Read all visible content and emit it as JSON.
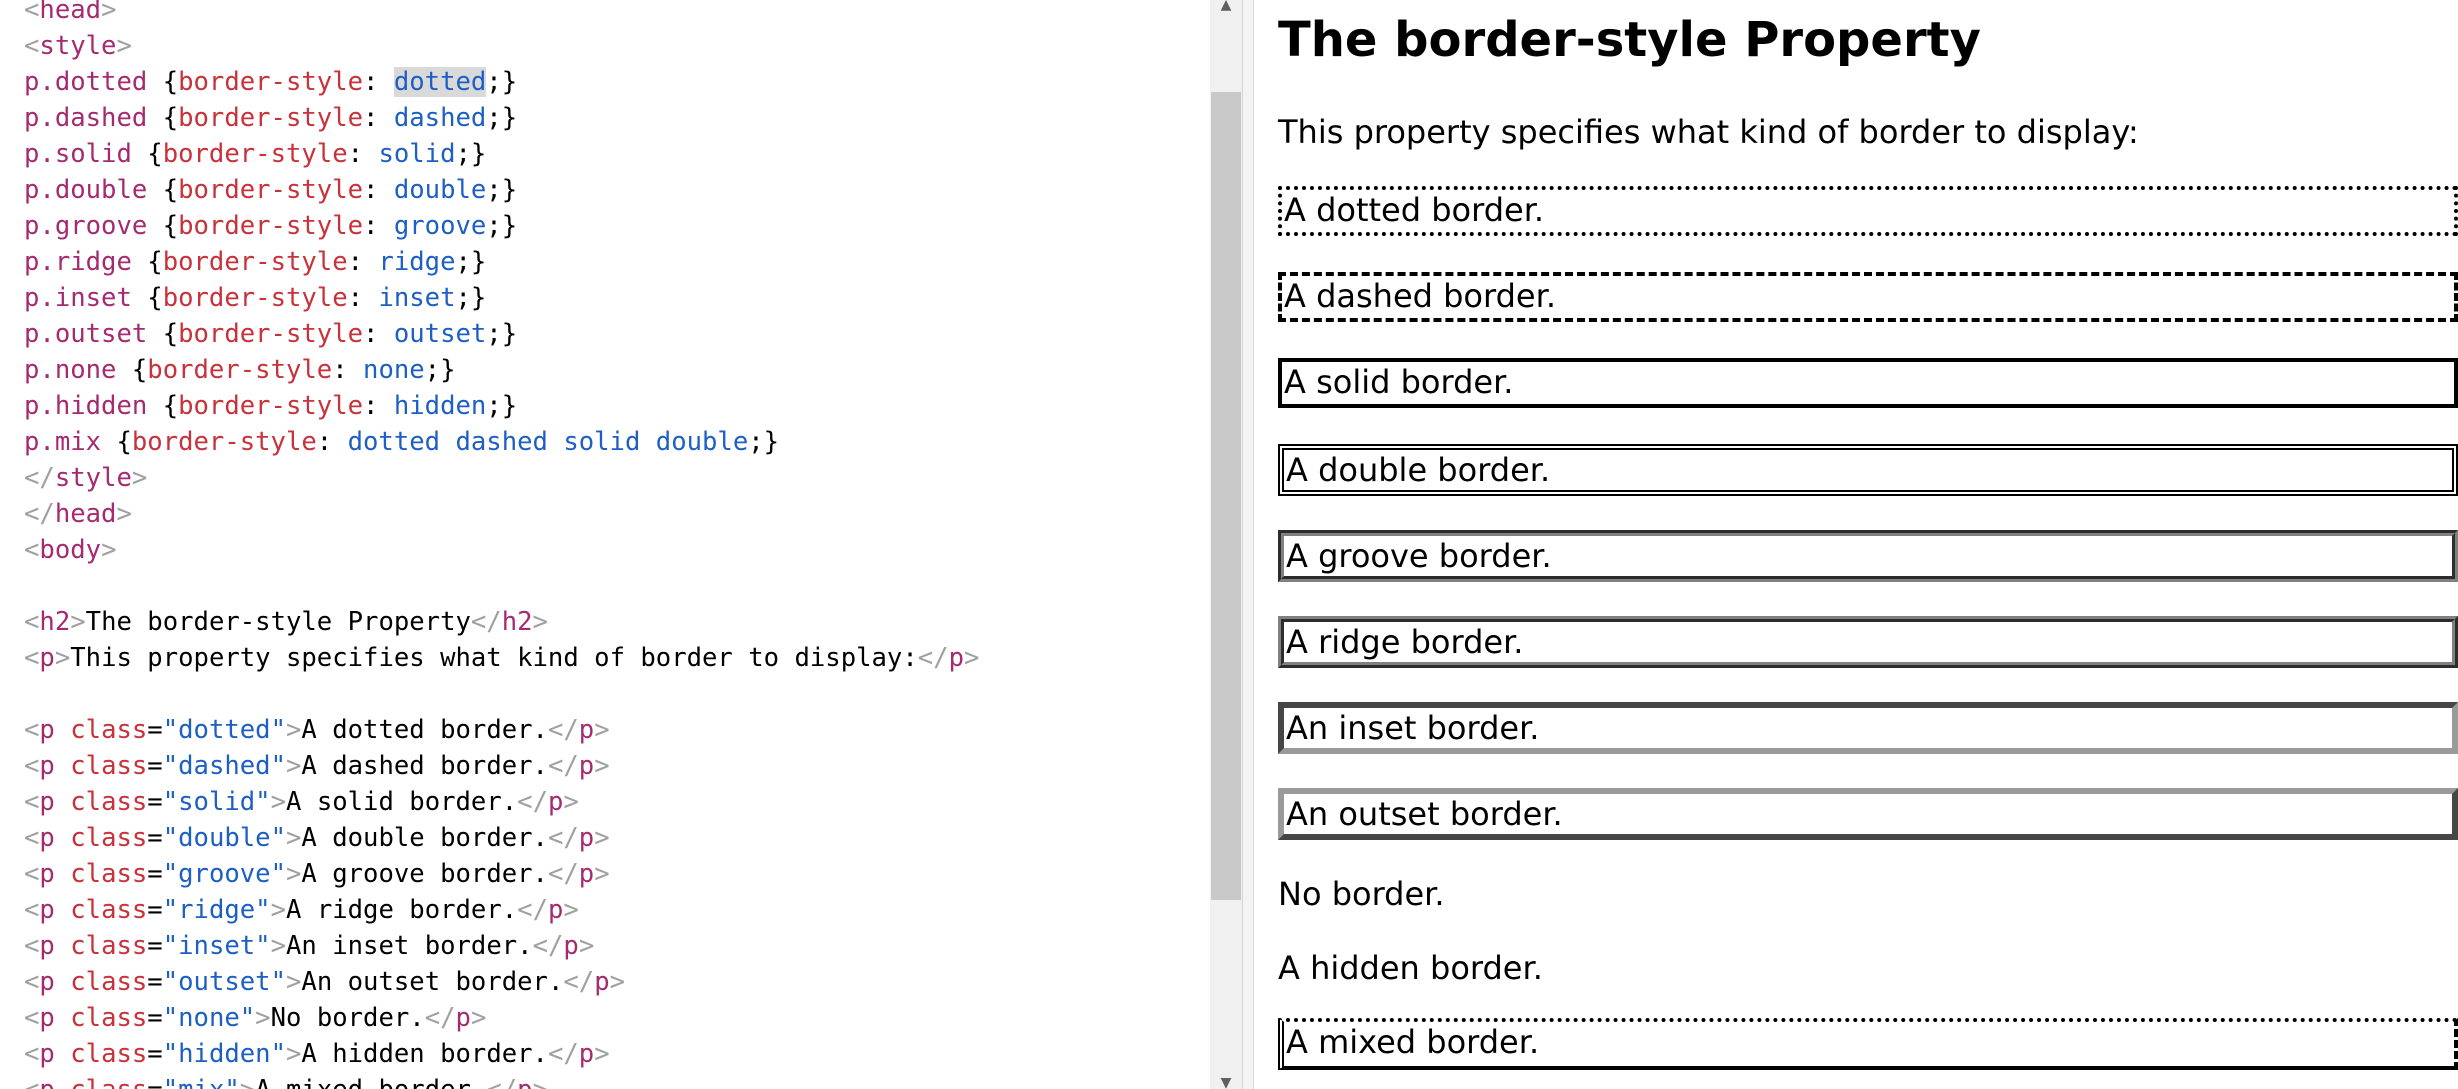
{
  "editor": {
    "lines": [
      [
        {
          "c": "brk",
          "t": "<"
        },
        {
          "c": "tag",
          "t": "head"
        },
        {
          "c": "brk",
          "t": ">"
        }
      ],
      [
        {
          "c": "brk",
          "t": "<"
        },
        {
          "c": "tag",
          "t": "style"
        },
        {
          "c": "brk",
          "t": ">"
        }
      ],
      [
        {
          "c": "sel",
          "t": "p.dotted "
        },
        {
          "c": "txt",
          "t": "{"
        },
        {
          "c": "prop",
          "t": "border-style"
        },
        {
          "c": "txt",
          "t": ": "
        },
        {
          "c": "val hl",
          "t": "dotted"
        },
        {
          "c": "txt",
          "t": ";}"
        }
      ],
      [
        {
          "c": "sel",
          "t": "p.dashed "
        },
        {
          "c": "txt",
          "t": "{"
        },
        {
          "c": "prop",
          "t": "border-style"
        },
        {
          "c": "txt",
          "t": ": "
        },
        {
          "c": "val",
          "t": "dashed"
        },
        {
          "c": "txt",
          "t": ";}"
        }
      ],
      [
        {
          "c": "sel",
          "t": "p.solid "
        },
        {
          "c": "txt",
          "t": "{"
        },
        {
          "c": "prop",
          "t": "border-style"
        },
        {
          "c": "txt",
          "t": ": "
        },
        {
          "c": "val",
          "t": "solid"
        },
        {
          "c": "txt",
          "t": ";}"
        }
      ],
      [
        {
          "c": "sel",
          "t": "p.double "
        },
        {
          "c": "txt",
          "t": "{"
        },
        {
          "c": "prop",
          "t": "border-style"
        },
        {
          "c": "txt",
          "t": ": "
        },
        {
          "c": "val",
          "t": "double"
        },
        {
          "c": "txt",
          "t": ";}"
        }
      ],
      [
        {
          "c": "sel",
          "t": "p.groove "
        },
        {
          "c": "txt",
          "t": "{"
        },
        {
          "c": "prop",
          "t": "border-style"
        },
        {
          "c": "txt",
          "t": ": "
        },
        {
          "c": "val",
          "t": "groove"
        },
        {
          "c": "txt",
          "t": ";}"
        }
      ],
      [
        {
          "c": "sel",
          "t": "p.ridge "
        },
        {
          "c": "txt",
          "t": "{"
        },
        {
          "c": "prop",
          "t": "border-style"
        },
        {
          "c": "txt",
          "t": ": "
        },
        {
          "c": "val",
          "t": "ridge"
        },
        {
          "c": "txt",
          "t": ";}"
        }
      ],
      [
        {
          "c": "sel",
          "t": "p.inset "
        },
        {
          "c": "txt",
          "t": "{"
        },
        {
          "c": "prop",
          "t": "border-style"
        },
        {
          "c": "txt",
          "t": ": "
        },
        {
          "c": "val",
          "t": "inset"
        },
        {
          "c": "txt",
          "t": ";}"
        }
      ],
      [
        {
          "c": "sel",
          "t": "p.outset "
        },
        {
          "c": "txt",
          "t": "{"
        },
        {
          "c": "prop",
          "t": "border-style"
        },
        {
          "c": "txt",
          "t": ": "
        },
        {
          "c": "val",
          "t": "outset"
        },
        {
          "c": "txt",
          "t": ";}"
        }
      ],
      [
        {
          "c": "sel",
          "t": "p.none "
        },
        {
          "c": "txt",
          "t": "{"
        },
        {
          "c": "prop",
          "t": "border-style"
        },
        {
          "c": "txt",
          "t": ": "
        },
        {
          "c": "val",
          "t": "none"
        },
        {
          "c": "txt",
          "t": ";}"
        }
      ],
      [
        {
          "c": "sel",
          "t": "p.hidden "
        },
        {
          "c": "txt",
          "t": "{"
        },
        {
          "c": "prop",
          "t": "border-style"
        },
        {
          "c": "txt",
          "t": ": "
        },
        {
          "c": "val",
          "t": "hidden"
        },
        {
          "c": "txt",
          "t": ";}"
        }
      ],
      [
        {
          "c": "sel",
          "t": "p.mix "
        },
        {
          "c": "txt",
          "t": "{"
        },
        {
          "c": "prop",
          "t": "border-style"
        },
        {
          "c": "txt",
          "t": ": "
        },
        {
          "c": "val",
          "t": "dotted dashed solid double"
        },
        {
          "c": "txt",
          "t": ";}"
        }
      ],
      [
        {
          "c": "brk",
          "t": "</"
        },
        {
          "c": "tag",
          "t": "style"
        },
        {
          "c": "brk",
          "t": ">"
        }
      ],
      [
        {
          "c": "brk",
          "t": "</"
        },
        {
          "c": "tag",
          "t": "head"
        },
        {
          "c": "brk",
          "t": ">"
        }
      ],
      [
        {
          "c": "brk",
          "t": "<"
        },
        {
          "c": "tag",
          "t": "body"
        },
        {
          "c": "brk",
          "t": ">"
        }
      ],
      [],
      [
        {
          "c": "brk",
          "t": "<"
        },
        {
          "c": "tag",
          "t": "h2"
        },
        {
          "c": "brk",
          "t": ">"
        },
        {
          "c": "txt",
          "t": "The border-style Property"
        },
        {
          "c": "brk",
          "t": "</"
        },
        {
          "c": "tag",
          "t": "h2"
        },
        {
          "c": "brk",
          "t": ">"
        }
      ],
      [
        {
          "c": "brk",
          "t": "<"
        },
        {
          "c": "tag",
          "t": "p"
        },
        {
          "c": "brk",
          "t": ">"
        },
        {
          "c": "txt",
          "t": "This property specifies what kind of border to display:"
        },
        {
          "c": "brk",
          "t": "</"
        },
        {
          "c": "tag",
          "t": "p"
        },
        {
          "c": "brk",
          "t": ">"
        }
      ],
      [],
      [
        {
          "c": "brk",
          "t": "<"
        },
        {
          "c": "tag",
          "t": "p "
        },
        {
          "c": "attr",
          "t": "class"
        },
        {
          "c": "txt",
          "t": "="
        },
        {
          "c": "str",
          "t": "\"dotted\""
        },
        {
          "c": "brk",
          "t": ">"
        },
        {
          "c": "txt",
          "t": "A dotted border."
        },
        {
          "c": "brk",
          "t": "</"
        },
        {
          "c": "tag",
          "t": "p"
        },
        {
          "c": "brk",
          "t": ">"
        }
      ],
      [
        {
          "c": "brk",
          "t": "<"
        },
        {
          "c": "tag",
          "t": "p "
        },
        {
          "c": "attr",
          "t": "class"
        },
        {
          "c": "txt",
          "t": "="
        },
        {
          "c": "str",
          "t": "\"dashed\""
        },
        {
          "c": "brk",
          "t": ">"
        },
        {
          "c": "txt",
          "t": "A dashed border."
        },
        {
          "c": "brk",
          "t": "</"
        },
        {
          "c": "tag",
          "t": "p"
        },
        {
          "c": "brk",
          "t": ">"
        }
      ],
      [
        {
          "c": "brk",
          "t": "<"
        },
        {
          "c": "tag",
          "t": "p "
        },
        {
          "c": "attr",
          "t": "class"
        },
        {
          "c": "txt",
          "t": "="
        },
        {
          "c": "str",
          "t": "\"solid\""
        },
        {
          "c": "brk",
          "t": ">"
        },
        {
          "c": "txt",
          "t": "A solid border."
        },
        {
          "c": "brk",
          "t": "</"
        },
        {
          "c": "tag",
          "t": "p"
        },
        {
          "c": "brk",
          "t": ">"
        }
      ],
      [
        {
          "c": "brk",
          "t": "<"
        },
        {
          "c": "tag",
          "t": "p "
        },
        {
          "c": "attr",
          "t": "class"
        },
        {
          "c": "txt",
          "t": "="
        },
        {
          "c": "str",
          "t": "\"double\""
        },
        {
          "c": "brk",
          "t": ">"
        },
        {
          "c": "txt",
          "t": "A double border."
        },
        {
          "c": "brk",
          "t": "</"
        },
        {
          "c": "tag",
          "t": "p"
        },
        {
          "c": "brk",
          "t": ">"
        }
      ],
      [
        {
          "c": "brk",
          "t": "<"
        },
        {
          "c": "tag",
          "t": "p "
        },
        {
          "c": "attr",
          "t": "class"
        },
        {
          "c": "txt",
          "t": "="
        },
        {
          "c": "str",
          "t": "\"groove\""
        },
        {
          "c": "brk",
          "t": ">"
        },
        {
          "c": "txt",
          "t": "A groove border."
        },
        {
          "c": "brk",
          "t": "</"
        },
        {
          "c": "tag",
          "t": "p"
        },
        {
          "c": "brk",
          "t": ">"
        }
      ],
      [
        {
          "c": "brk",
          "t": "<"
        },
        {
          "c": "tag",
          "t": "p "
        },
        {
          "c": "attr",
          "t": "class"
        },
        {
          "c": "txt",
          "t": "="
        },
        {
          "c": "str",
          "t": "\"ridge\""
        },
        {
          "c": "brk",
          "t": ">"
        },
        {
          "c": "txt",
          "t": "A ridge border."
        },
        {
          "c": "brk",
          "t": "</"
        },
        {
          "c": "tag",
          "t": "p"
        },
        {
          "c": "brk",
          "t": ">"
        }
      ],
      [
        {
          "c": "brk",
          "t": "<"
        },
        {
          "c": "tag",
          "t": "p "
        },
        {
          "c": "attr",
          "t": "class"
        },
        {
          "c": "txt",
          "t": "="
        },
        {
          "c": "str",
          "t": "\"inset\""
        },
        {
          "c": "brk",
          "t": ">"
        },
        {
          "c": "txt",
          "t": "An inset border."
        },
        {
          "c": "brk",
          "t": "</"
        },
        {
          "c": "tag",
          "t": "p"
        },
        {
          "c": "brk",
          "t": ">"
        }
      ],
      [
        {
          "c": "brk",
          "t": "<"
        },
        {
          "c": "tag",
          "t": "p "
        },
        {
          "c": "attr",
          "t": "class"
        },
        {
          "c": "txt",
          "t": "="
        },
        {
          "c": "str",
          "t": "\"outset\""
        },
        {
          "c": "brk",
          "t": ">"
        },
        {
          "c": "txt",
          "t": "An outset border."
        },
        {
          "c": "brk",
          "t": "</"
        },
        {
          "c": "tag",
          "t": "p"
        },
        {
          "c": "brk",
          "t": ">"
        }
      ],
      [
        {
          "c": "brk",
          "t": "<"
        },
        {
          "c": "tag",
          "t": "p "
        },
        {
          "c": "attr",
          "t": "class"
        },
        {
          "c": "txt",
          "t": "="
        },
        {
          "c": "str",
          "t": "\"none\""
        },
        {
          "c": "brk",
          "t": ">"
        },
        {
          "c": "txt",
          "t": "No border."
        },
        {
          "c": "brk",
          "t": "</"
        },
        {
          "c": "tag",
          "t": "p"
        },
        {
          "c": "brk",
          "t": ">"
        }
      ],
      [
        {
          "c": "brk",
          "t": "<"
        },
        {
          "c": "tag",
          "t": "p "
        },
        {
          "c": "attr",
          "t": "class"
        },
        {
          "c": "txt",
          "t": "="
        },
        {
          "c": "str",
          "t": "\"hidden\""
        },
        {
          "c": "brk",
          "t": ">"
        },
        {
          "c": "txt",
          "t": "A hidden border."
        },
        {
          "c": "brk",
          "t": "</"
        },
        {
          "c": "tag",
          "t": "p"
        },
        {
          "c": "brk",
          "t": ">"
        }
      ],
      [
        {
          "c": "brk",
          "t": "<"
        },
        {
          "c": "tag",
          "t": "p "
        },
        {
          "c": "attr",
          "t": "class"
        },
        {
          "c": "txt",
          "t": "="
        },
        {
          "c": "str",
          "t": "\"mix\""
        },
        {
          "c": "brk",
          "t": ">"
        },
        {
          "c": "txt",
          "t": "A mixed border."
        },
        {
          "c": "brk",
          "t": "</"
        },
        {
          "c": "tag",
          "t": "p"
        },
        {
          "c": "brk",
          "t": ">"
        }
      ]
    ]
  },
  "scrollbar": {
    "up_icon": "scroll-up-arrow",
    "down_icon": "scroll-down-arrow"
  },
  "result": {
    "heading": "The border-style Property",
    "intro": "This property specifies what kind of border to display:",
    "paragraphs": {
      "dotted": "A dotted border.",
      "dashed": "A dashed border.",
      "solid": "A solid border.",
      "double": "A double border.",
      "groove": "A groove border.",
      "ridge": "A ridge border.",
      "inset": "An inset border.",
      "outset": "An outset border.",
      "none": "No border.",
      "hidden": "A hidden border.",
      "mix": "A mixed border."
    }
  },
  "colors": {
    "tag": "#a52a70",
    "property": "#c8323b",
    "value": "#1d5fc4",
    "bracket": "#a0a0a0",
    "selection_highlight": "#d9d9d9"
  }
}
